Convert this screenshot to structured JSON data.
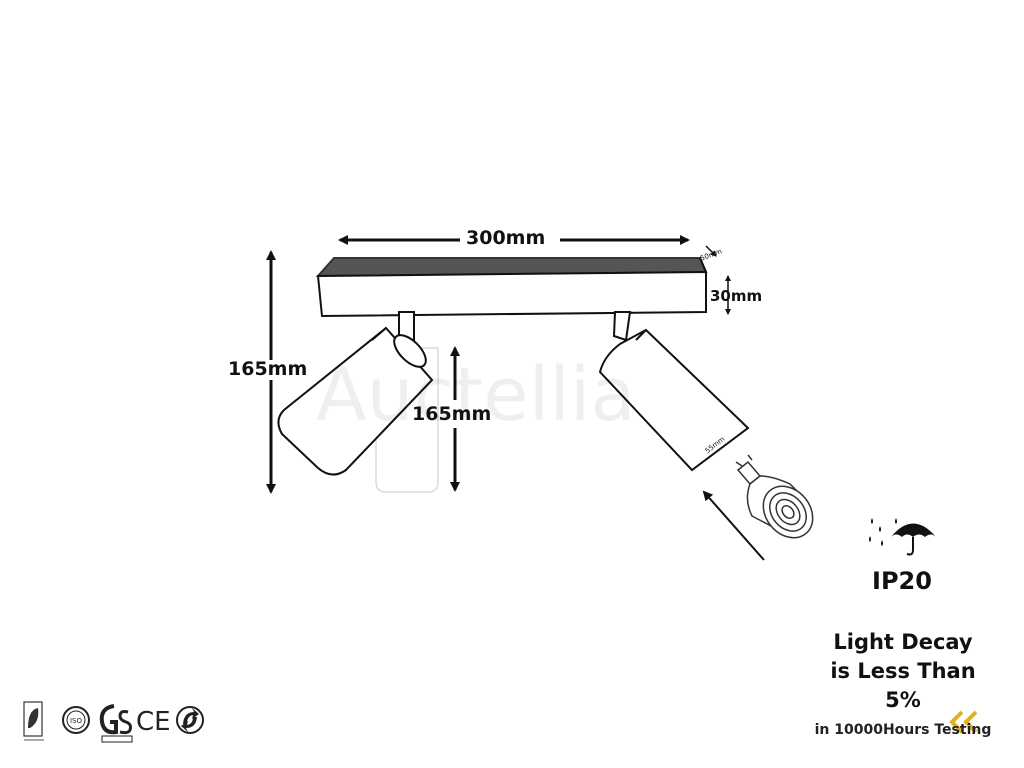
{
  "diagram": {
    "width_label": "300mm",
    "depth_label": "50mm",
    "height_bar_label": "30mm",
    "total_height_label": "165mm",
    "spot_height_label": "165mm",
    "spot_diameter_label": "55mm",
    "watermark": "Auctellia"
  },
  "specs": {
    "ip_rating": "IP20",
    "icon": "rain-umbrella-icon",
    "decay_line1": "Light Decay",
    "decay_line2": "is Less Than",
    "decay_line3": "5%",
    "decay_sub": "in 10000Hours Testing"
  },
  "certifications": [
    {
      "icon": "eco-leaf-icon",
      "label": ""
    },
    {
      "icon": "iso-seal-icon",
      "label": ""
    },
    {
      "icon": "gs-mark-icon",
      "label": ""
    },
    {
      "icon": "ce-mark-icon",
      "label": "CE"
    },
    {
      "icon": "recycle-icon",
      "label": ""
    }
  ],
  "colors": {
    "line": "#111111",
    "bar_top": "#555555",
    "accent": "#e3b21a"
  }
}
